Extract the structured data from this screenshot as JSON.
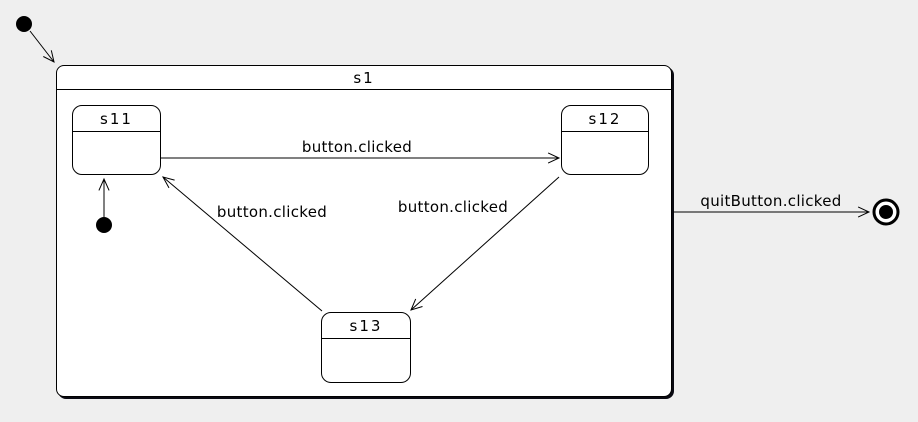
{
  "diagram": {
    "kind": "statechart",
    "composite": {
      "label": "s1"
    },
    "states": {
      "s11": {
        "label": "s11"
      },
      "s12": {
        "label": "s12"
      },
      "s13": {
        "label": "s13"
      }
    },
    "transitions": {
      "s11_to_s12": {
        "from": "s11",
        "to": "s12",
        "label": "button.clicked"
      },
      "s12_to_s13": {
        "from": "s12",
        "to": "s13",
        "label": "button.clicked"
      },
      "s13_to_s11": {
        "from": "s13",
        "to": "s11",
        "label": "button.clicked"
      },
      "s1_to_final": {
        "from": "s1",
        "to": "final-state",
        "label": "quitButton.clicked"
      },
      "initial_to_s1": {
        "from": "initial-pseudostate",
        "to": "s1"
      },
      "inner_initial_to_s11": {
        "from": "inner-initial-pseudostate",
        "to": "s11"
      }
    },
    "colors": {
      "background": "#efefef",
      "stroke": "#000000",
      "state_fill": "#ffffff",
      "shadow": "#000000"
    }
  }
}
